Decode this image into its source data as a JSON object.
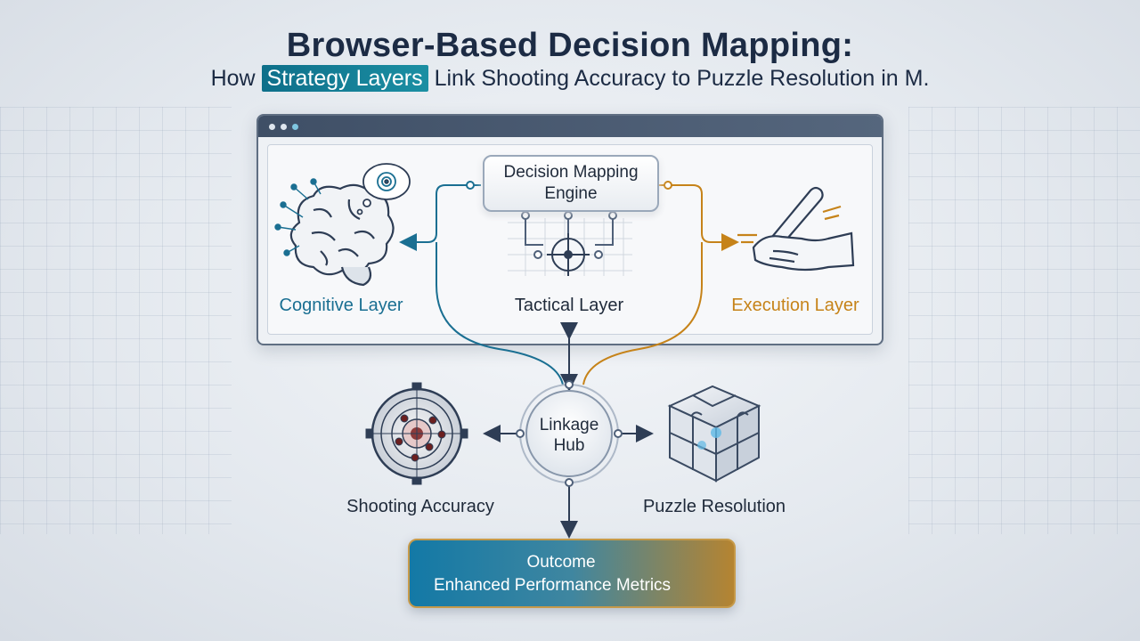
{
  "header": {
    "title": "Browser-Based Decision Mapping:",
    "subtitle_before": "How",
    "subtitle_highlight": "Strategy Layers",
    "subtitle_after": "Link Shooting Accuracy to Puzzle Resolution in M."
  },
  "browser": {
    "engine_line1": "Decision Mapping",
    "engine_line2": "Engine",
    "layers": {
      "cognitive": "Cognitive Layer",
      "tactical": "Tactical Layer",
      "execution": "Execution Layer"
    }
  },
  "hub": {
    "line1": "Linkage",
    "line2": "Hub"
  },
  "nodes": {
    "shooting": "Shooting Accuracy",
    "puzzle": "Puzzle Resolution"
  },
  "outcome": {
    "title": "Outcome",
    "text": "Enhanced Performance Metrics"
  },
  "colors": {
    "cyan": "#1a6f92",
    "orange": "#c68319",
    "navy": "#1c2b44",
    "connector": "#2e3d55"
  },
  "icons": [
    "brain-icon",
    "target-thought-icon",
    "crosshair-icon",
    "hand-pen-icon",
    "shooting-target-icon",
    "puzzle-cube-icon",
    "bar-chart-check-icon"
  ]
}
